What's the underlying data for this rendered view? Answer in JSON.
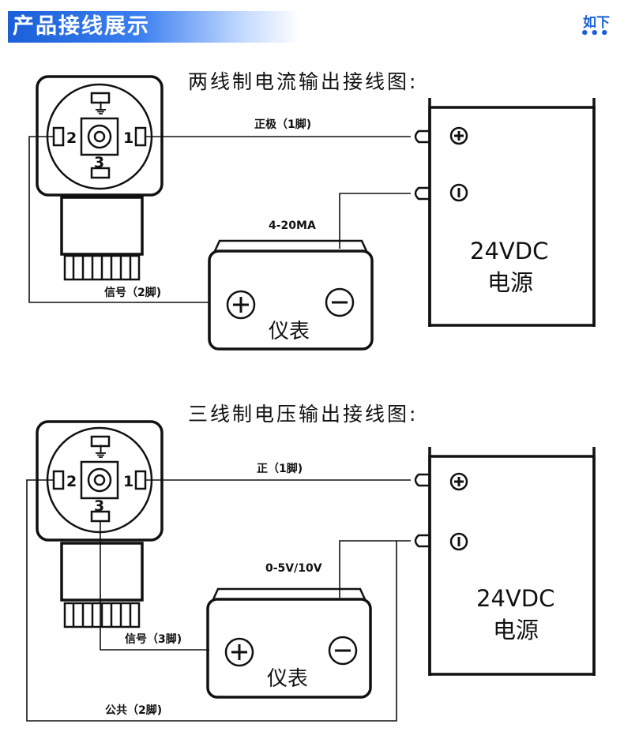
{
  "header": {
    "title": "产品接线展示",
    "right_label": "如下",
    "right_dots": "•••"
  },
  "colors": {
    "accent": "#1a5fd8"
  },
  "diagrams": [
    {
      "title": "两线制电流输出接线图:",
      "wire_top_label": "正极（1脚)",
      "wire_mid_label": "4-20MA",
      "wire_bottom_label": "信号（2脚)",
      "supply_line1": "24VDC",
      "supply_line2": "电源",
      "meter_label": "仪表",
      "connector_pins": [
        "1",
        "2",
        "3",
        "⏚"
      ]
    },
    {
      "title": "三线制电压输出接线图:",
      "wire_top_label": "正（1脚)",
      "wire_mid_label": "0-5V/10V",
      "wire_bottom_label": "信号（3脚)",
      "wire_common_label": "公共（2脚)",
      "supply_line1": "24VDC",
      "supply_line2": "电源",
      "meter_label": "仪表",
      "connector_pins": [
        "1",
        "2",
        "3",
        "⏚"
      ]
    }
  ],
  "icons": [
    "plus-circle-icon",
    "minus-circle-icon",
    "ground-icon"
  ]
}
